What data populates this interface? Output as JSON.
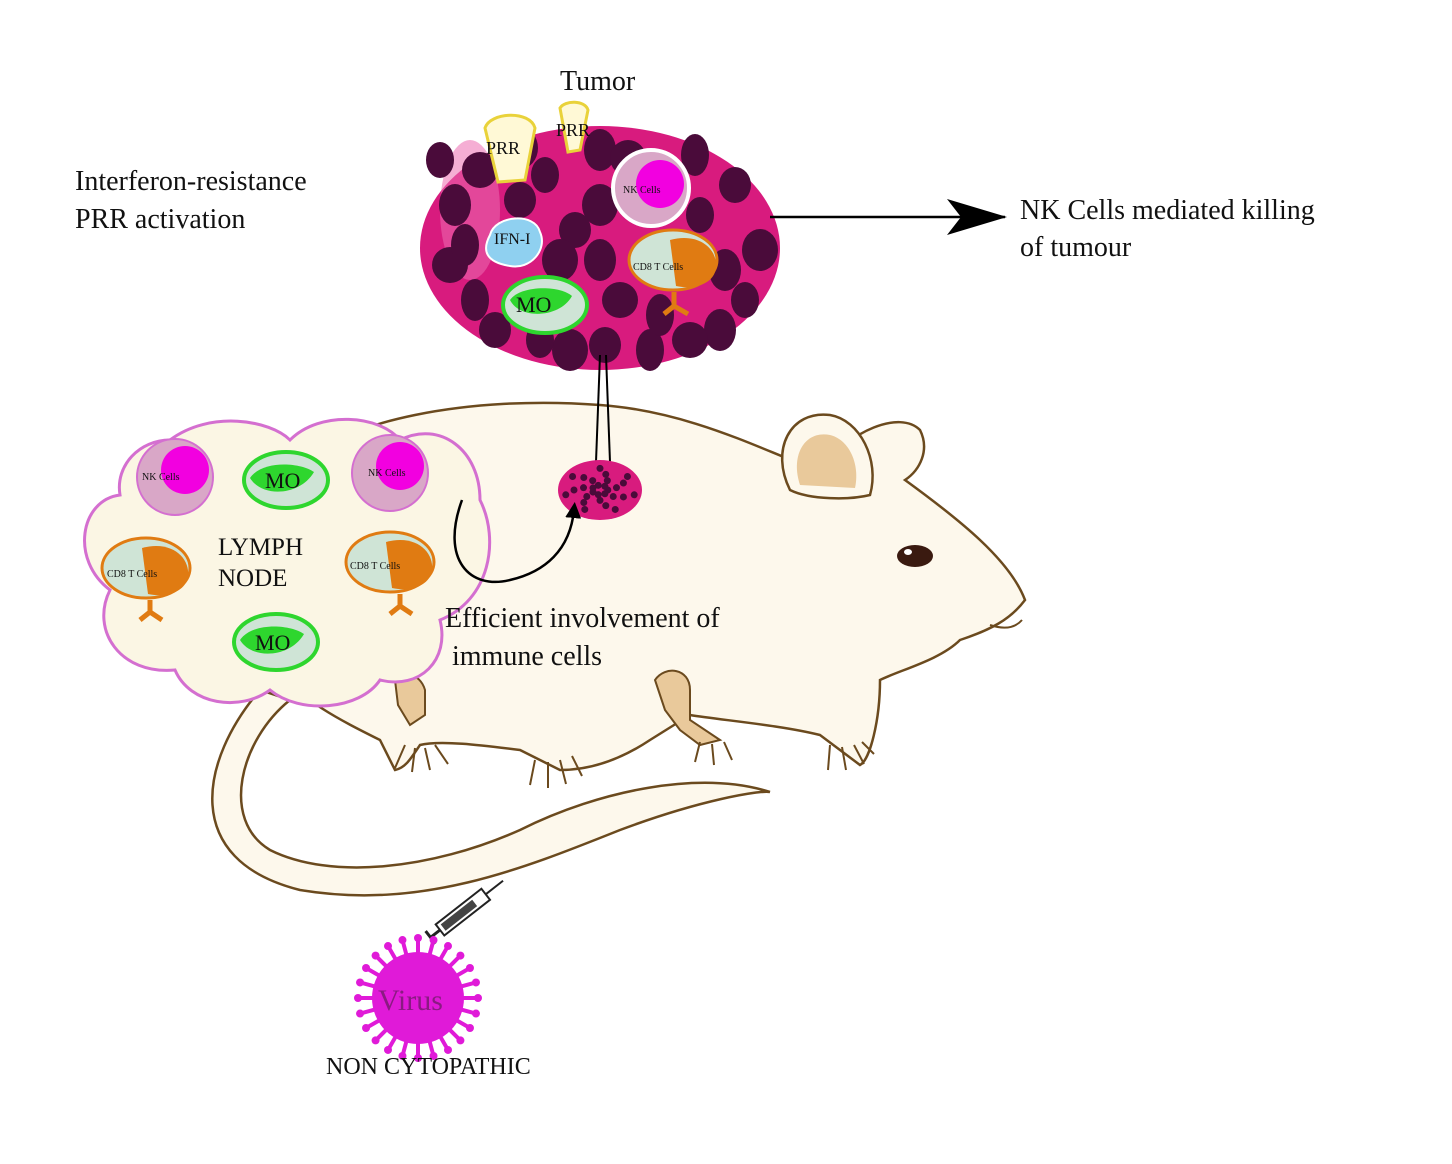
{
  "labels": {
    "tumor_title": "Tumor",
    "interferon_line1": "Interferon-resistance",
    "interferon_line2": "PRR activation",
    "nk_killing_line1": "NK Cells mediated killing",
    "nk_killing_line2": "of tumour",
    "lymph_line1": "LYMPH",
    "lymph_line2": "NODE",
    "efficient_line1": "Efficient involvement of",
    "efficient_line2": "immune cells",
    "virus": "Virus",
    "non_cytopathic": "NON CYTOPATHIC"
  },
  "tumor_cells": {
    "prr": "PRR",
    "nk": "NK Cells",
    "ifn": "IFN-I",
    "cd8": "CD8 T Cells",
    "mo": "MO"
  },
  "lymph_cells": {
    "nk": "NK Cells",
    "mo": "MO",
    "cd8": "CD8 T Cells"
  },
  "colors": {
    "tumor_fill": "#d81b7e",
    "tumor_spot": "#4a0b3a",
    "nk_nucleus": "#f200e0",
    "nk_body": "#d9a7c7",
    "mo_green": "#2ed62e",
    "cd8_orange": "#e07b12",
    "ifn_blue": "#8fd0f0",
    "mouse_body": "#fdf8ec",
    "mouse_outline": "#6b4a1e",
    "mouse_pink": "#e9c99b",
    "lymph_outline": "#d46fd0",
    "virus_magenta": "#e01ad8"
  }
}
